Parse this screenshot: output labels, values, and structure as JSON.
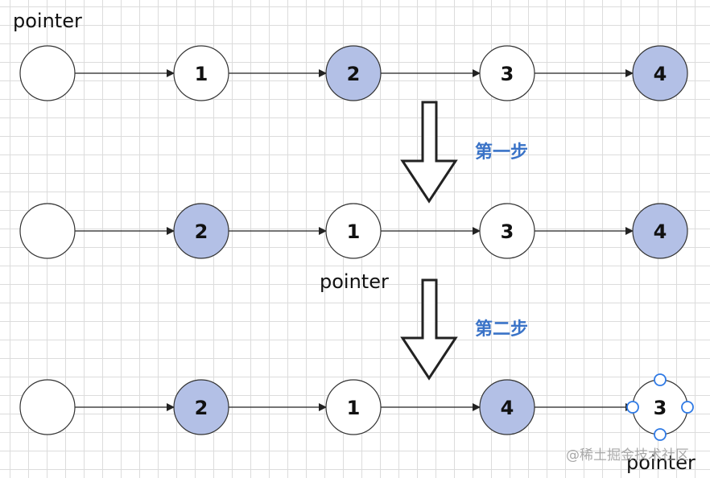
{
  "colors": {
    "node_plain_fill": "#ffffff",
    "node_highlight_fill": "#b3c0e6",
    "node_stroke": "#333333",
    "edge_stroke": "#222222",
    "step_text": "#3a73c7",
    "selection_handle": "#2f7ae5"
  },
  "rows": [
    {
      "pointer_label": "pointer",
      "nodes": [
        {
          "label": "",
          "highlighted": false
        },
        {
          "label": "1",
          "highlighted": false
        },
        {
          "label": "2",
          "highlighted": true
        },
        {
          "label": "3",
          "highlighted": false
        },
        {
          "label": "4",
          "highlighted": true
        }
      ]
    },
    {
      "pointer_label": "pointer",
      "nodes": [
        {
          "label": "",
          "highlighted": false
        },
        {
          "label": "2",
          "highlighted": true
        },
        {
          "label": "1",
          "highlighted": false
        },
        {
          "label": "3",
          "highlighted": false
        },
        {
          "label": "4",
          "highlighted": true
        }
      ]
    },
    {
      "pointer_label": "pointer",
      "nodes": [
        {
          "label": "",
          "highlighted": false
        },
        {
          "label": "2",
          "highlighted": true
        },
        {
          "label": "1",
          "highlighted": false
        },
        {
          "label": "4",
          "highlighted": true
        },
        {
          "label": "3",
          "highlighted": false,
          "selected": true
        }
      ]
    }
  ],
  "steps": [
    {
      "label": "第一步"
    },
    {
      "label": "第二步"
    }
  ],
  "watermark": "@稀土掘金技术社区"
}
